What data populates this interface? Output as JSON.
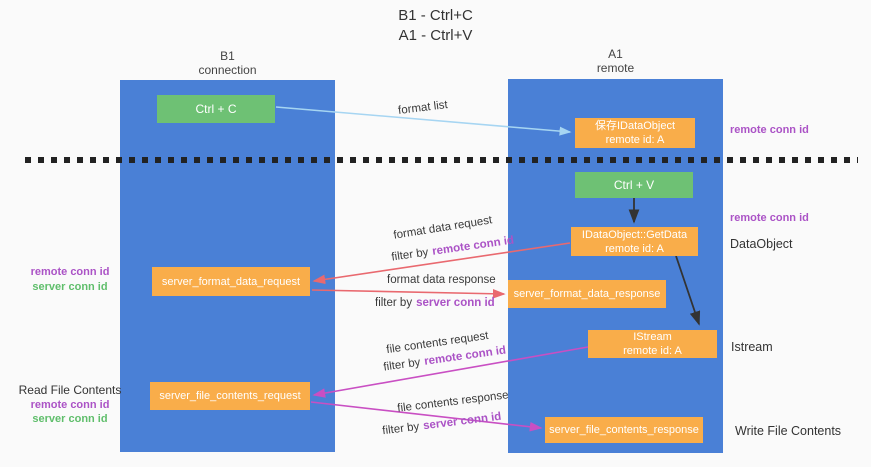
{
  "title": {
    "line1": "B1 - Ctrl+C",
    "line2": "A1 - Ctrl+V"
  },
  "columns": {
    "left": {
      "name": "B1",
      "role": "connection"
    },
    "right": {
      "name": "A1",
      "role": "remote"
    }
  },
  "nodes": {
    "ctrl_c": {
      "label": "Ctrl + C"
    },
    "ctrl_v": {
      "label": "Ctrl + V"
    },
    "save_idataobject": {
      "line1": "保存IDataObject",
      "line2": "remote id: A"
    },
    "getdata": {
      "line1": "IDataObject::GetData",
      "line2": "remote id: A"
    },
    "istream": {
      "line1": "IStream",
      "line2": "remote id: A"
    },
    "server_format_data_request": {
      "label": "server_format_data_request"
    },
    "server_format_data_response": {
      "label": "server_format_data_response"
    },
    "server_file_contents_request": {
      "label": "server_file_contents_request"
    },
    "server_file_contents_response": {
      "label": "server_file_contents_response"
    }
  },
  "side_labels": {
    "remote_conn_id": "remote conn id",
    "server_conn_id": "server conn id",
    "dataobject": "DataObject",
    "istream": "Istream",
    "read_file_contents": "Read File Contents",
    "write_file_contents": "Write File Contents"
  },
  "arrow_labels": {
    "format_list": "format list",
    "format_data_request": "format data request",
    "format_data_response": "format data response",
    "file_contents_request": "file contents request",
    "file_contents_response": "file contents response",
    "filter_by": "filter by"
  },
  "colors": {
    "background": "#fafafa",
    "column_blue": "#4a80d6",
    "node_orange": "#f9ad4a",
    "node_green": "#6ec174",
    "remote_purple": "#ab53c6",
    "server_green": "#5fbe6b",
    "arrow_red": "#e9696f",
    "arrow_magenta": "#c94fc3",
    "arrow_lightblue": "#a6d5f2",
    "arrow_black": "#333333",
    "dash_black": "#222222"
  }
}
